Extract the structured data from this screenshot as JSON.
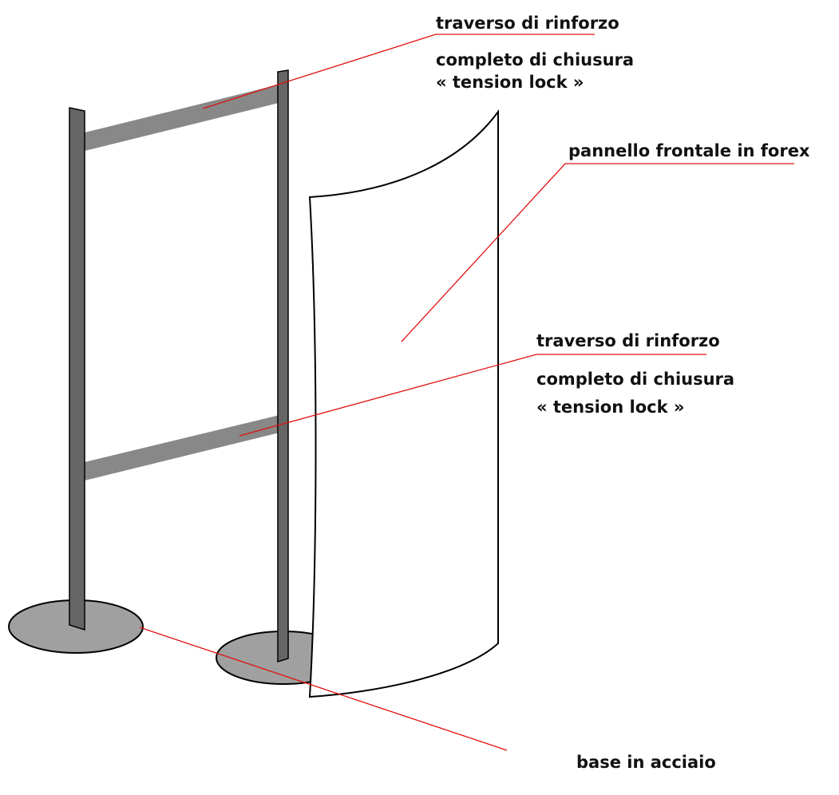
{
  "diagram": {
    "labels": {
      "top_crossbar": {
        "line1": "traverso di rinforzo",
        "line2": "completo di chiusura",
        "line3": "« tension lock »"
      },
      "front_panel": {
        "line1": "pannello frontale in forex"
      },
      "middle_crossbar": {
        "line1": "traverso di rinforzo",
        "line2": "completo di chiusura",
        "line3": "« tension lock »"
      },
      "base": {
        "line1": "base in acciaio"
      }
    },
    "colors": {
      "post": "#666666",
      "crossbar": "#888888",
      "base": "#a0a0a0",
      "panel": "#ffffff",
      "leader_line": "#e01010",
      "outline": "#000000"
    }
  }
}
